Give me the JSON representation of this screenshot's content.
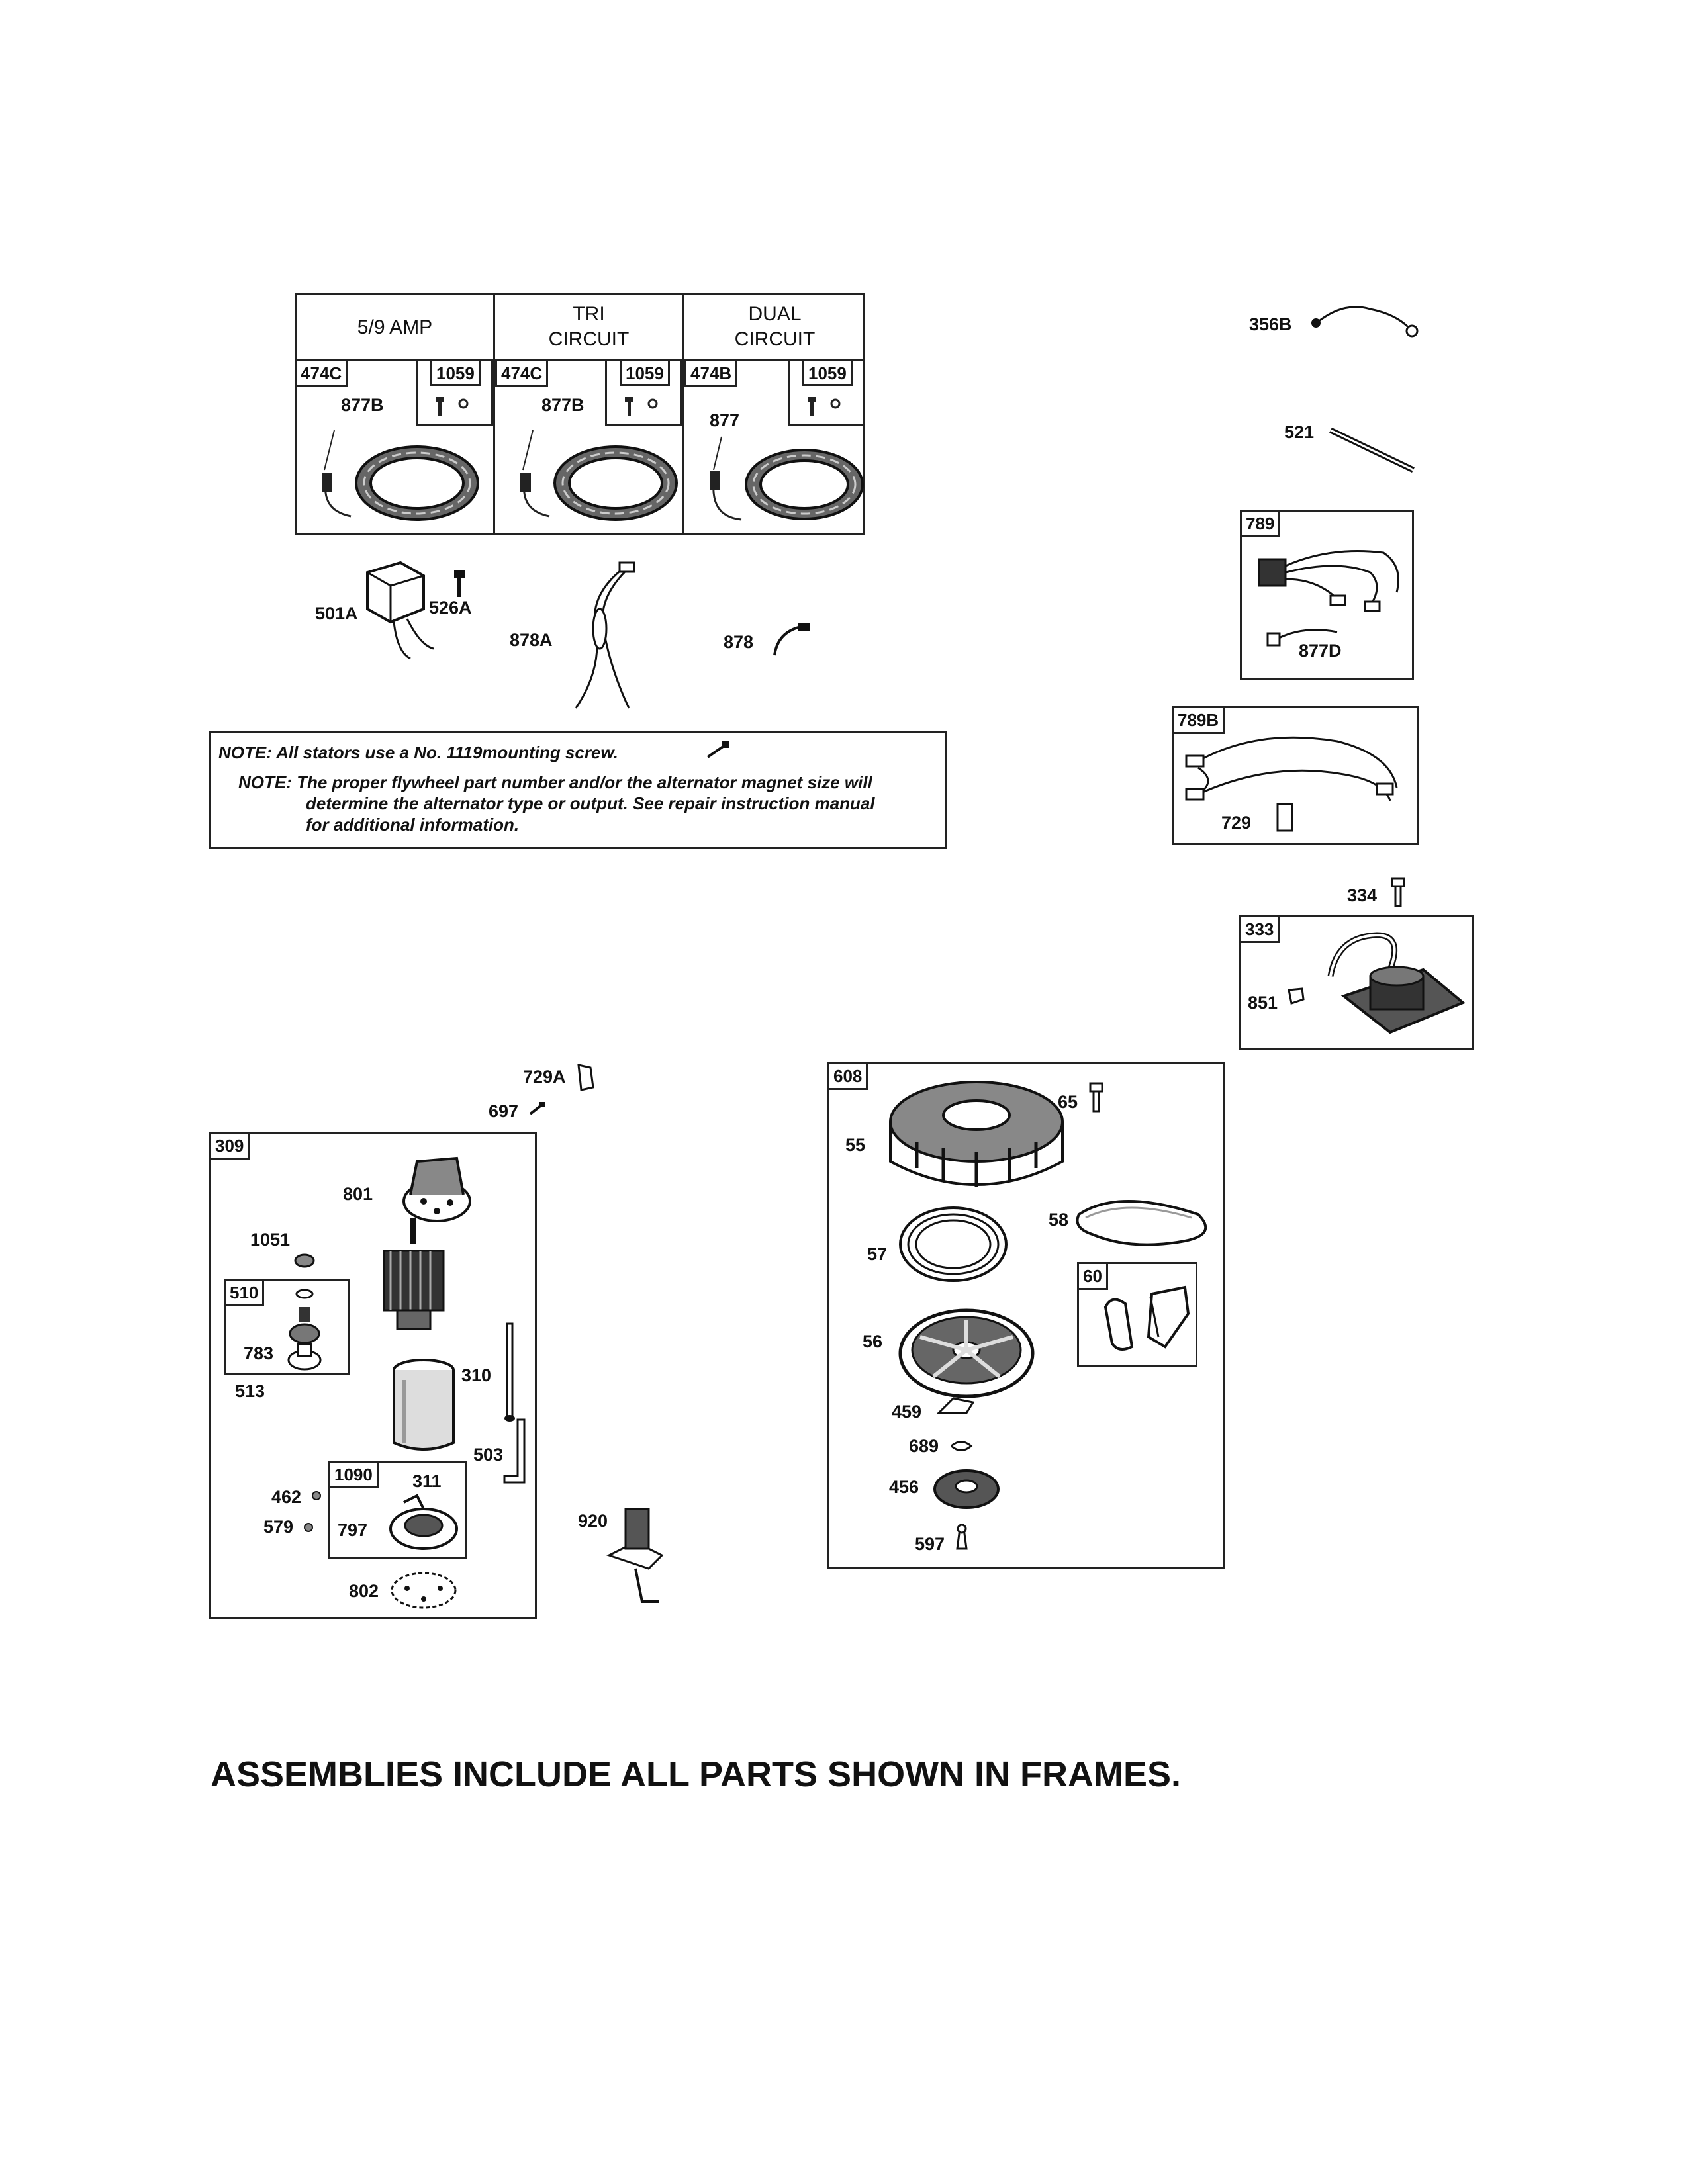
{
  "stator_table": {
    "col1": {
      "header": "5/9 AMP",
      "assembly": "474C",
      "hardware": "1059",
      "lead": "877B"
    },
    "col2": {
      "header_line1": "TRI",
      "header_line2": "CIRCUIT",
      "assembly": "474C",
      "hardware": "1059",
      "lead": "877B"
    },
    "col3": {
      "header_line1": "DUAL",
      "header_line2": "CIRCUIT",
      "assembly": "474B",
      "hardware": "1059",
      "lead": "877"
    }
  },
  "loose_parts": {
    "p501A": "501A",
    "p526A": "526A",
    "p878A": "878A",
    "p878": "878",
    "p356B": "356B",
    "p521": "521",
    "p729A": "729A",
    "p697": "697",
    "p334": "334",
    "p920": "920"
  },
  "notes": {
    "line1": "NOTE: All stators use a No. 1119mounting screw.",
    "line2_a": "NOTE: The proper flywheel part number and/or the alternator magnet size will",
    "line2_b": "determine the alternator type or output. See repair instruction manual",
    "line2_c": "for additional information."
  },
  "harness_789": {
    "tag": "789",
    "sub": "877D"
  },
  "harness_789B": {
    "tag": "789B",
    "sub": "729"
  },
  "ignition_333": {
    "tag": "333",
    "sub": "851"
  },
  "starter_309": {
    "tag": "309",
    "p801": "801",
    "p1051": "1051",
    "tag510": "510",
    "p783": "783",
    "p513": "513",
    "p310": "310",
    "p503": "503",
    "tag1090": "1090",
    "p311": "311",
    "p797": "797",
    "p462": "462",
    "p579": "579",
    "p802": "802"
  },
  "rewind_608": {
    "tag": "608",
    "p65": "65",
    "p55": "55",
    "p58": "58",
    "p57": "57",
    "tag60": "60",
    "p56": "56",
    "p459": "459",
    "p689": "689",
    "p456": "456",
    "p597": "597"
  },
  "footer": {
    "text": "ASSEMBLIES INCLUDE ALL PARTS SHOWN IN FRAMES."
  }
}
